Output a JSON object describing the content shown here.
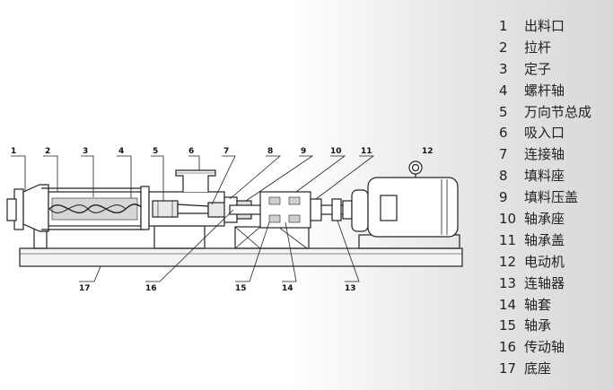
{
  "callouts": [
    "1",
    "2",
    "3",
    "4",
    "5",
    "6",
    "7",
    "8",
    "9",
    "10",
    "11",
    "12",
    "13",
    "14",
    "15",
    "16",
    "17"
  ],
  "legend": [
    {
      "num": "1",
      "name": "出料口"
    },
    {
      "num": "2",
      "name": "拉杆"
    },
    {
      "num": "3",
      "name": "定子"
    },
    {
      "num": "4",
      "name": "螺杆轴"
    },
    {
      "num": "5",
      "name": "万向节总成"
    },
    {
      "num": "6",
      "name": "吸入口"
    },
    {
      "num": "7",
      "name": "连接轴"
    },
    {
      "num": "8",
      "name": "填料座"
    },
    {
      "num": "9",
      "name": "填料压盖"
    },
    {
      "num": "10",
      "name": "轴承座"
    },
    {
      "num": "11",
      "name": "轴承盖"
    },
    {
      "num": "12",
      "name": "电动机"
    },
    {
      "num": "13",
      "name": "连轴器"
    },
    {
      "num": "14",
      "name": "轴套"
    },
    {
      "num": "15",
      "name": "轴承"
    },
    {
      "num": "16",
      "name": "传动轴"
    },
    {
      "num": "17",
      "name": "底座"
    }
  ]
}
